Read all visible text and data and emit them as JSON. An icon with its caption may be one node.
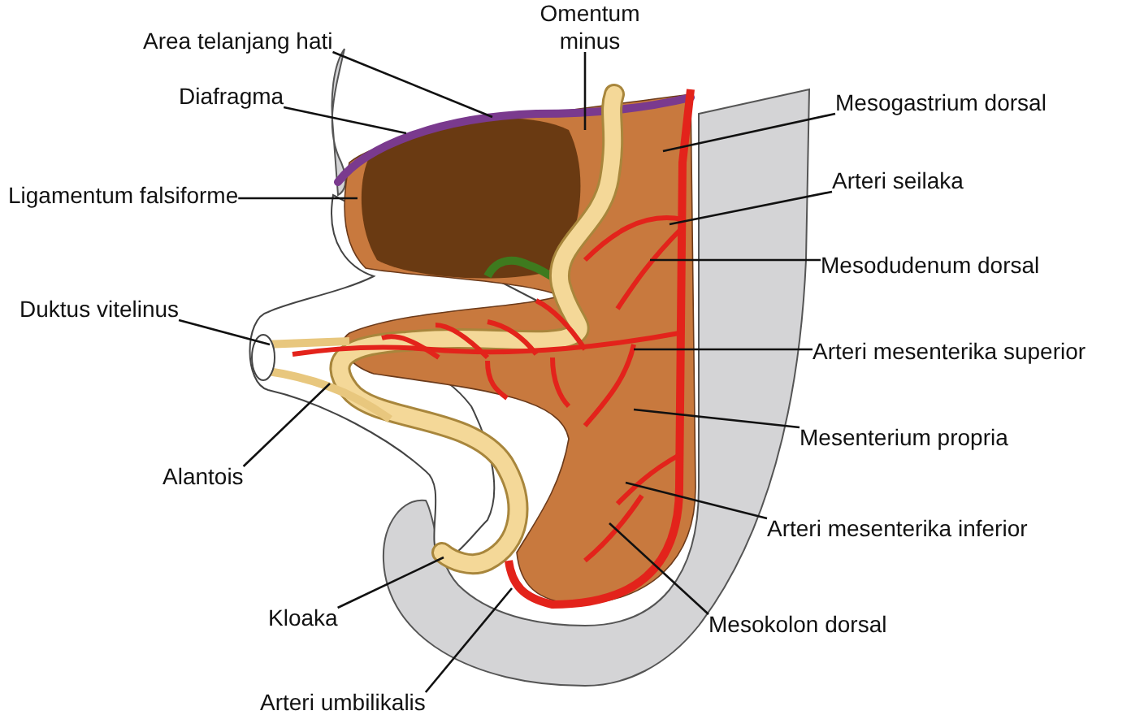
{
  "diagram": {
    "nodes": [
      {
        "text": [
          "Omentum minus"
        ]
      },
      {
        "text": [
          "Area telanjang hati"
        ]
      },
      {
        "text": [
          "Diafragma"
        ]
      },
      {
        "text": [
          "Mesogastrium dorsal"
        ]
      },
      {
        "text": [
          "Arteri seilaka"
        ]
      },
      {
        "text": [
          "Ligamentum falsiforme"
        ]
      },
      {
        "text": [
          "Mesodudenum dorsal"
        ]
      },
      {
        "text": [
          "Duktus vitelinus"
        ]
      },
      {
        "text": [
          "Arteri mesenterika superior"
        ]
      },
      {
        "text": [
          "Mesenterium propria"
        ]
      },
      {
        "text": [
          "Alantois"
        ]
      },
      {
        "text": [
          "Arteri mesenterika inferior"
        ]
      },
      {
        "text": [
          "Kloaka"
        ]
      },
      {
        "text": [
          "Mesokolon dorsal"
        ]
      },
      {
        "text": [
          "Arteri umbilikalis"
        ]
      }
    ],
    "edges": [
      {
        "from": 0,
        "to": null,
        "arrow": "none"
      },
      {
        "from": 1,
        "to": null,
        "arrow": "none"
      },
      {
        "from": 2,
        "to": null,
        "arrow": "none"
      },
      {
        "from": 3,
        "to": null,
        "arrow": "none"
      },
      {
        "from": 4,
        "to": null,
        "arrow": "none"
      },
      {
        "from": 5,
        "to": null,
        "arrow": "none"
      },
      {
        "from": 6,
        "to": null,
        "arrow": "none"
      },
      {
        "from": 7,
        "to": null,
        "arrow": "none"
      },
      {
        "from": 8,
        "to": null,
        "arrow": "none"
      },
      {
        "from": 9,
        "to": null,
        "arrow": "none"
      },
      {
        "from": 10,
        "to": null,
        "arrow": "none"
      },
      {
        "from": 11,
        "to": null,
        "arrow": "none"
      },
      {
        "from": 12,
        "to": null,
        "arrow": "none"
      },
      {
        "from": 13,
        "to": null,
        "arrow": "none"
      },
      {
        "from": 14,
        "to": null,
        "arrow": "none"
      }
    ]
  }
}
